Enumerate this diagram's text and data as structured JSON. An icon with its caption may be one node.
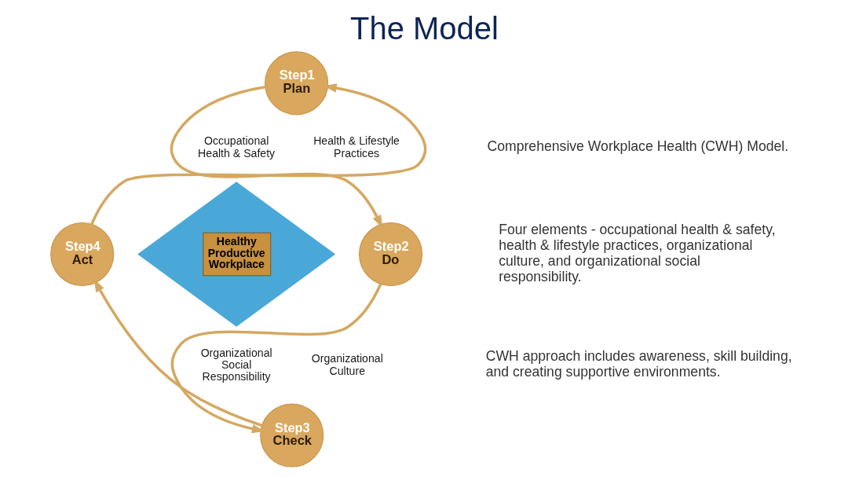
{
  "diagram": {
    "title": "The Model",
    "nodes": [
      {
        "text": [
          "Step1",
          "Plan"
        ]
      },
      {
        "text": [
          "Step2",
          "Do"
        ]
      },
      {
        "text": [
          "Step3",
          "Check"
        ]
      },
      {
        "text": [
          "Step4",
          "Act"
        ]
      },
      {
        "text": [
          "Healthy Productive Workplace"
        ]
      }
    ],
    "edges": [
      {
        "from": 0,
        "to": 1,
        "arrow": "to"
      },
      {
        "from": 1,
        "to": 2,
        "arrow": "to"
      },
      {
        "from": 2,
        "to": 3,
        "arrow": "to"
      },
      {
        "from": 3,
        "to": 0,
        "arrow": "to"
      }
    ],
    "labels": [
      "Occupational Health & Safety",
      "Health & Lifestyle Practices",
      "Organizational Social Responsibility",
      "Organizational Culture",
      "Comprehensive Workplace Health (CWH) Model.",
      "Four elements - occupational health & safety, health & lifestyle practices, organizational culture, and organizational social responsibility.",
      "CWH approach includes awareness, skill building, and creating supportive environments."
    ]
  }
}
